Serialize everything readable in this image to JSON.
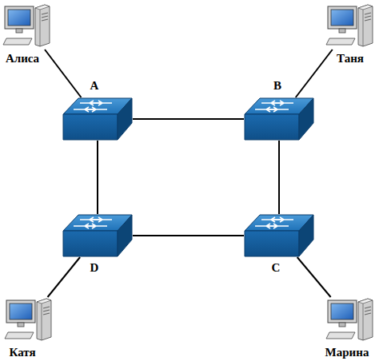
{
  "diagram": {
    "nodes": [
      {
        "text": [
          "Алиса"
        ]
      },
      {
        "text": [
          "Таня"
        ]
      },
      {
        "text": [
          "A"
        ]
      },
      {
        "text": [
          "B"
        ]
      },
      {
        "text": [
          "D"
        ]
      },
      {
        "text": [
          "C"
        ]
      },
      {
        "text": [
          "Катя"
        ]
      },
      {
        "text": [
          "Марина"
        ]
      }
    ],
    "edges": [
      {
        "from": 0,
        "to": 2,
        "arrow": "none"
      },
      {
        "from": 1,
        "to": 3,
        "arrow": "none"
      },
      {
        "from": 2,
        "to": 3,
        "arrow": "none"
      },
      {
        "from": 3,
        "to": 5,
        "arrow": "none"
      },
      {
        "from": 2,
        "to": 4,
        "arrow": "none"
      },
      {
        "from": 4,
        "to": 5,
        "arrow": "none"
      },
      {
        "from": 6,
        "to": 4,
        "arrow": "none"
      },
      {
        "from": 7,
        "to": 5,
        "arrow": "none"
      }
    ]
  }
}
